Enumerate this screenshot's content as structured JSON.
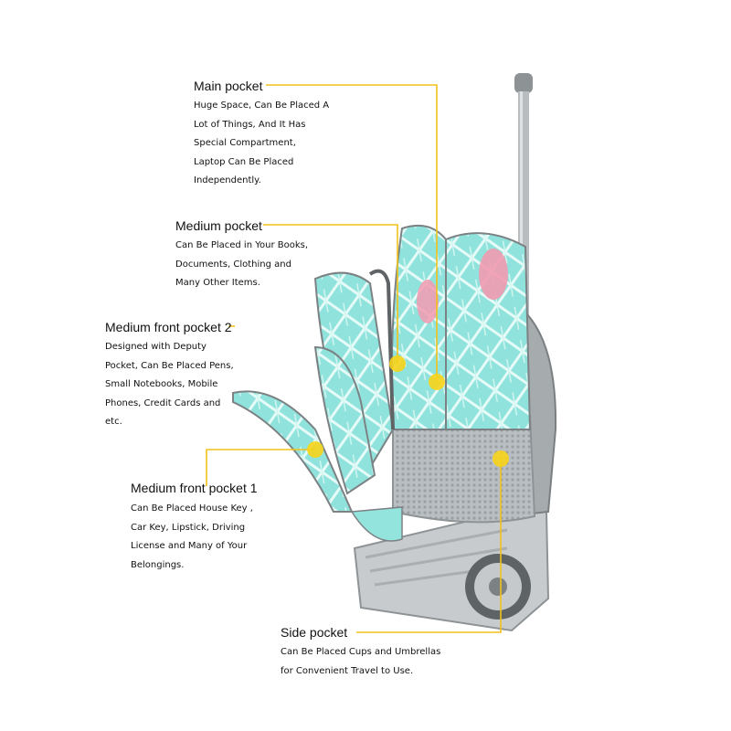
{
  "colors": {
    "accent_line": "#f2c21a",
    "bag_teal": "#8fe3dc",
    "bag_teal_light": "#c9f3ee",
    "flamingo_pink": "#f29ab0",
    "frame_gray": "#9fa3a6",
    "frame_dark": "#5f6366"
  },
  "callouts": [
    {
      "title": "Main pocket",
      "lines": [
        "Huge Space, Can Be Placed A",
        "Lot of Things, And It Has",
        "Special Compartment,",
        "Laptop Can Be Placed",
        "Independently."
      ]
    },
    {
      "title": "Medium pocket",
      "lines": [
        "Can Be Placed in Your Books,",
        "Documents, Clothing and",
        "Many Other Items."
      ]
    },
    {
      "title": "Medium front pocket 2",
      "lines": [
        "Designed with Deputy",
        "Pocket, Can Be Placed Pens,",
        "Small Notebooks, Mobile",
        "Phones, Credit Cards and",
        "etc."
      ]
    },
    {
      "title": "Medium front pocket 1",
      "lines": [
        "Can Be Placed House Key ,",
        "Car Key, Lipstick, Driving",
        "License and Many of Your",
        "Belongings."
      ]
    },
    {
      "title": "Side pocket",
      "lines": [
        "Can Be Placed Cups and Umbrellas",
        "for Convenient Travel to Use."
      ]
    }
  ],
  "icons": [
    "trolley-backpack-illustration",
    "callout-dot-icon"
  ]
}
